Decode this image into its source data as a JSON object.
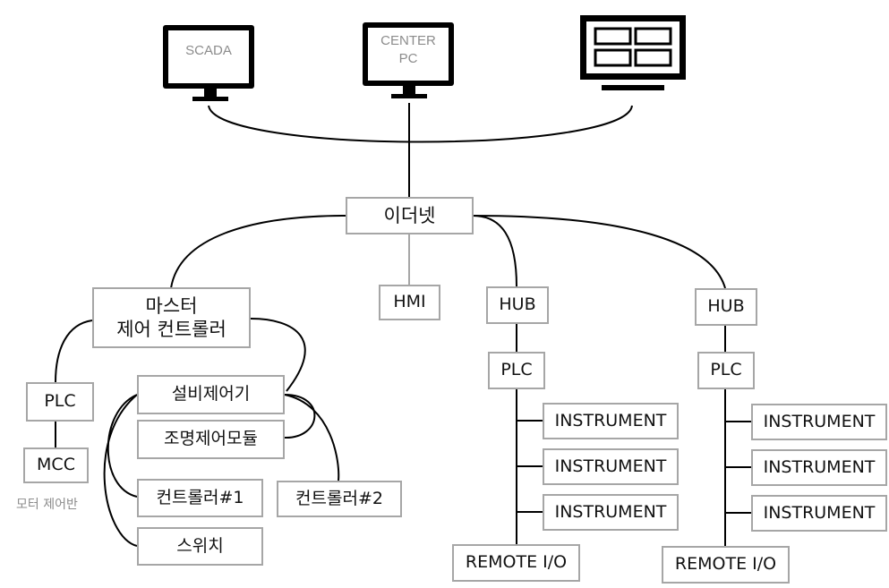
{
  "devices": {
    "scada": {
      "label": "SCADA",
      "icon": "monitor-icon"
    },
    "center_pc": {
      "label": "CENTER\nPC",
      "icon": "monitor-icon"
    },
    "display_wall": {
      "icon": "video-wall-icon"
    }
  },
  "network": {
    "ethernet": "이더넷",
    "hmi": "HMI"
  },
  "master": {
    "label": "마스터\n제어 컨트롤러",
    "plc": "PLC",
    "mcc": "MCC",
    "mcc_caption": "모터 제어반",
    "equipment_controller": "설비제어기",
    "lighting_module": "조명제어모듈",
    "controller_1": "컨트롤러#1",
    "controller_2": "컨트롤러#2",
    "switch": "스위치"
  },
  "branches": [
    {
      "hub": "HUB",
      "plc": "PLC",
      "instruments": [
        "INSTRUMENT",
        "INSTRUMENT",
        "INSTRUMENT"
      ],
      "remote_io": "REMOTE I/O"
    },
    {
      "hub": "HUB",
      "plc": "PLC",
      "instruments": [
        "INSTRUMENT",
        "INSTRUMENT",
        "INSTRUMENT"
      ],
      "remote_io": "REMOTE I/O"
    }
  ],
  "colors": {
    "line": "#000000",
    "box_border": "#a6a6a6",
    "muted_text": "#8c8c8c"
  }
}
